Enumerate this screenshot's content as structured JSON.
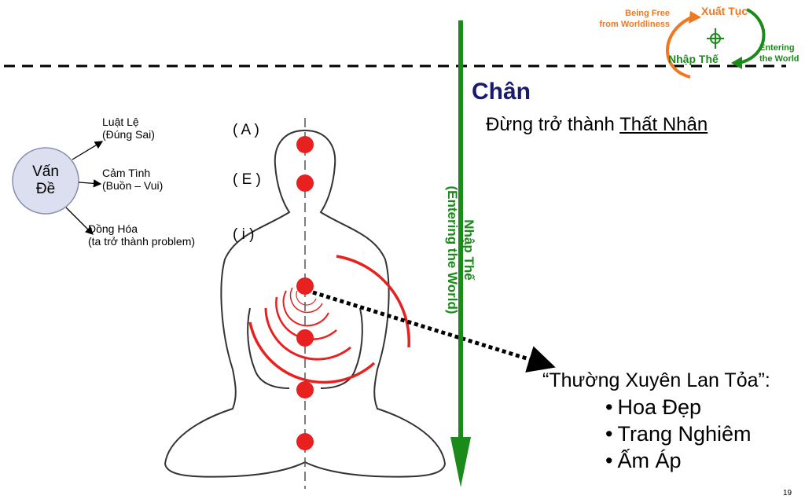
{
  "circle_label": [
    "Vấn",
    "Đề"
  ],
  "branches": [
    {
      "line1": "Luật Lệ",
      "line2": "(Đúng Sai)",
      "tag": "( A )"
    },
    {
      "line1": "Cảm Tình",
      "line2": "(Buồn – Vui)",
      "tag": "( E )"
    },
    {
      "line1": "Đồng Hóa",
      "line2": "(ta trở thành problem)",
      "tag": "( i )"
    }
  ],
  "heading": "Chân",
  "subheading": {
    "prefix": "Đừng trở thành ",
    "underlined": "Thất Nhân"
  },
  "vertical_label": {
    "line1": "Nhập Thế",
    "line2": "(Entering the World)"
  },
  "cycle": {
    "top_right": "Xuất Tục",
    "top_left": [
      "Being Free",
      "from Worldliness"
    ],
    "bottom_left": "Nhập Thế",
    "bottom_right": [
      "Entering",
      "the World"
    ]
  },
  "quote_title": "“Thường Xuyên Lan Tỏa”:",
  "bullets": [
    "Hoa Đẹp",
    "Trang Nghiêm",
    "Ấm Áp"
  ],
  "page_number": "19",
  "colors": {
    "accent_red": "#e82020",
    "green": "#1a8a1a",
    "orange": "#f07820",
    "navy": "#1a1a6e",
    "circle_fill": "#dcdff0"
  },
  "icons": [
    "dharma-wheel-icon"
  ]
}
